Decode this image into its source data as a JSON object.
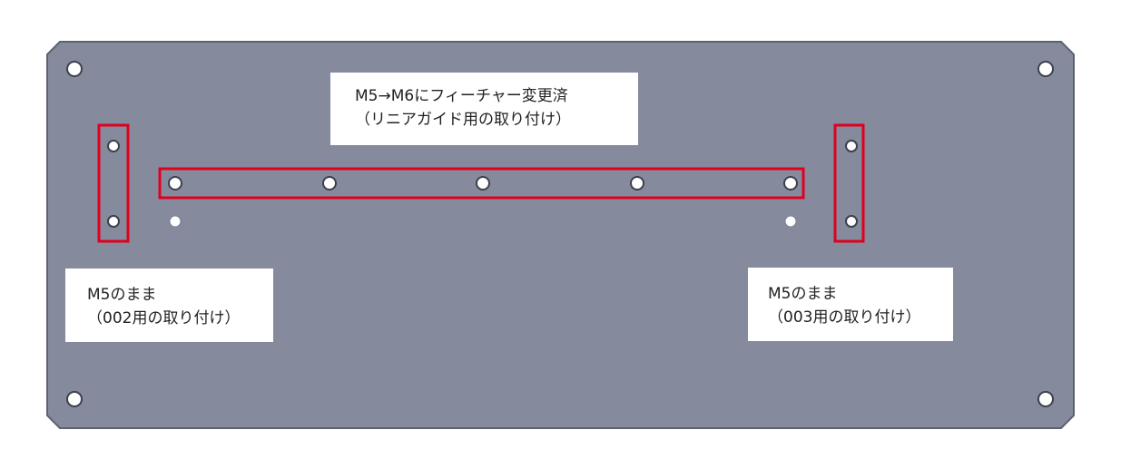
{
  "colors": {
    "plate_fill": "#858b9d",
    "plate_edge": "#5d6272",
    "hole_fill": "#ffffff",
    "hole_ring": "#3c404c",
    "highlight": "#e0001e"
  },
  "callouts": {
    "center": {
      "line1": "M5→M6にフィーチャー変更済",
      "line2": "（リニアガイド用の取り付け）"
    },
    "left": {
      "line1": "M5のまま",
      "line2": "（002用の取り付け）"
    },
    "right": {
      "line1": "M5のまま",
      "line2": "（003用の取り付け）"
    }
  }
}
